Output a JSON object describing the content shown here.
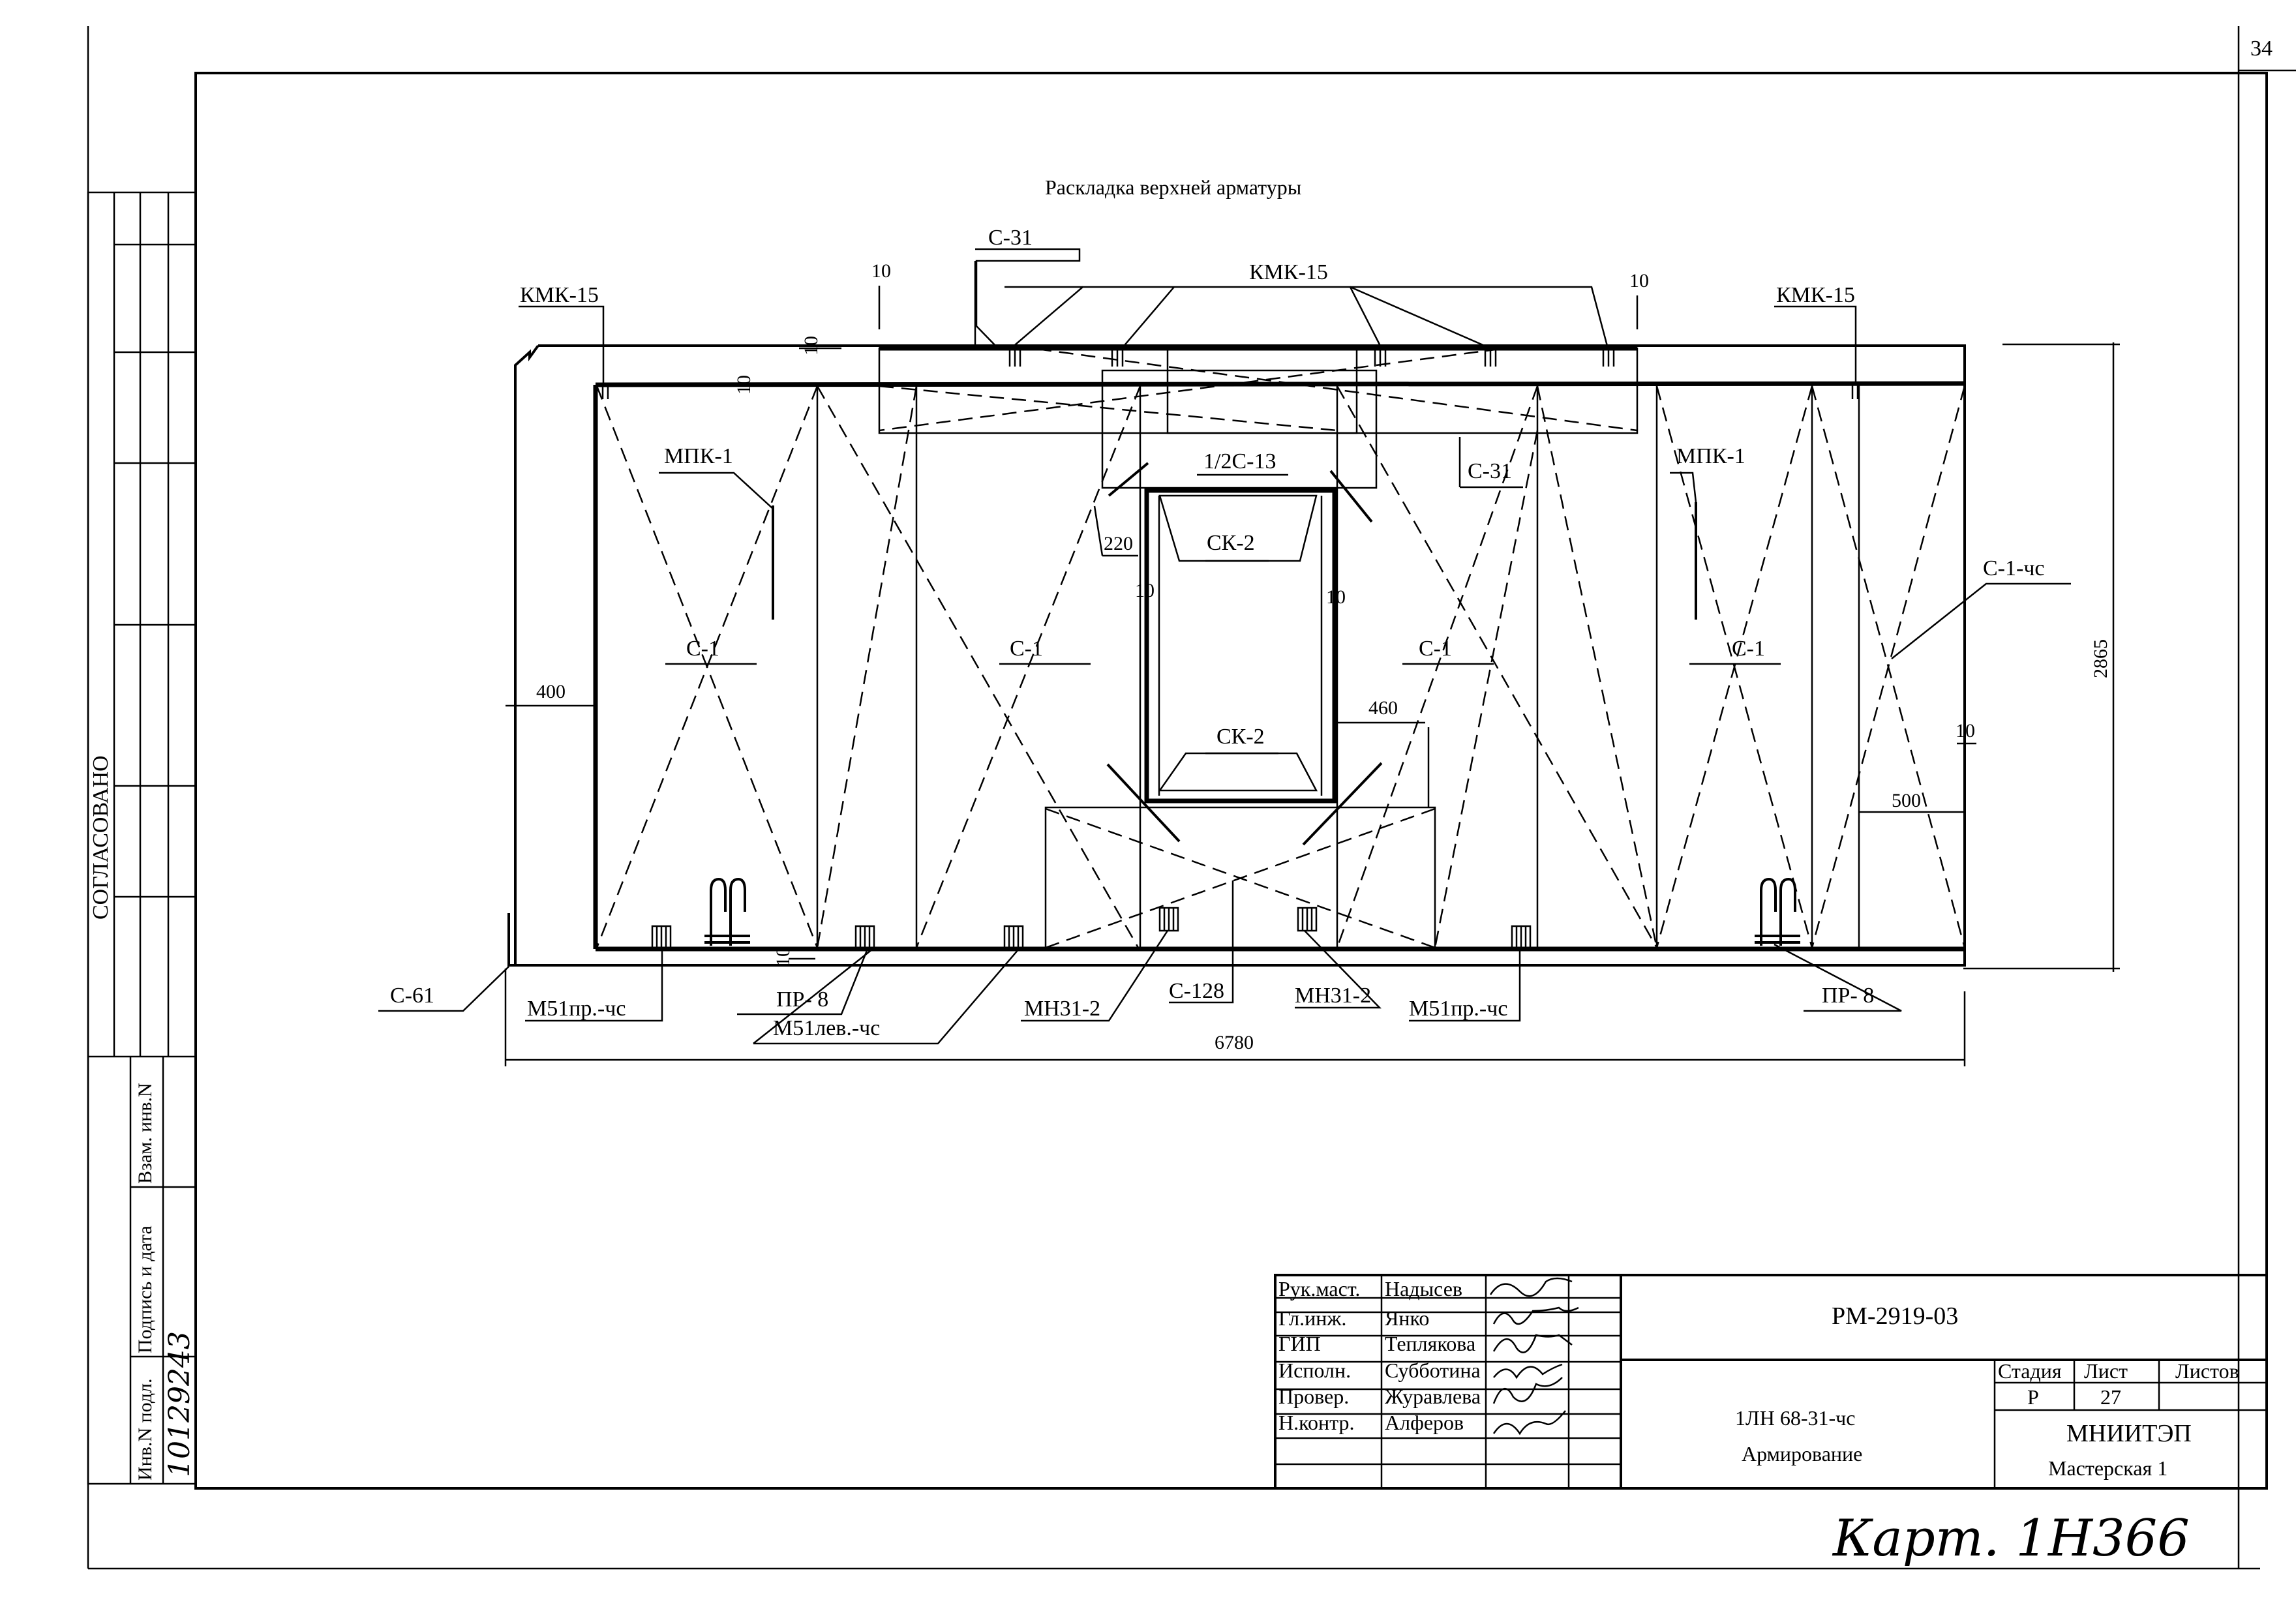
{
  "sheet_corner_number": "34",
  "drawing_title": "Раскладка верхней арматуры",
  "side_stamp": {
    "agreed": "СОГЛАСОВАНО",
    "inv_podl": "Инв.N подл.",
    "podpis_data": "Подпись и дата",
    "vzam_inv": "Взам. инв.N",
    "handwritten_inv": "10129243"
  },
  "labels": {
    "kmk15_left": "КМК-15",
    "kmk15_center": "КМК-15",
    "kmk15_right": "КМК-15",
    "c31_top": "С-31",
    "c31_right": "С-31",
    "mpk1_left": "МПК-1",
    "mpk1_right": "МПК-1",
    "half_c13": "1/2С-13",
    "ck2_top": "СК-2",
    "ck2_bottom": "СК-2",
    "c1_a": "С-1",
    "c1_b": "С-1",
    "c1_c": "С-1",
    "c1_d": "С-1",
    "c1_chs": "С-1-чс",
    "c61": "С-61",
    "m51pr_left": "М51пр.-чс",
    "pr8_left": "ПР- 8",
    "m51lev": "М51лев.-чс",
    "mn31_left": "МН31-2",
    "c128": "С-128",
    "mn31_right": "МН31-2",
    "m51pr_right": "М51пр.-чс",
    "pr8_right": "ПР- 8"
  },
  "dimensions": {
    "d10_top_left": "10",
    "d10_top_right": "10",
    "d10_side_a": "10",
    "d10_side_b": "10",
    "d10_ck_left": "10",
    "d10_ck_right": "10",
    "d10_right": "10",
    "d10_bottom": "10",
    "d220": "220",
    "d400": "400",
    "d460": "460",
    "d500": "500",
    "d2865": "2865",
    "d6780": "6780"
  },
  "title_block": {
    "roles": [
      "Рук.маст.",
      "Гл.инж.",
      "ГИП",
      "Исполн.",
      "Провер.",
      "Н.контр."
    ],
    "names": [
      "Надысев",
      "Янко",
      "Теплякова",
      "Субботина",
      "Журавлева",
      "Алферов"
    ],
    "doc_code": "РМ-2919-03",
    "product": "1ЛН 68-31-чс",
    "subject": "Армирование",
    "stage_header": "Стадия",
    "sheet_header": "Лист",
    "sheets_header": "Листов",
    "stage": "Р",
    "sheet": "27",
    "org": "МНИИТЭП",
    "workshop": "Мастерская 1"
  },
  "handwritten_note": "Карт. 1Н366"
}
